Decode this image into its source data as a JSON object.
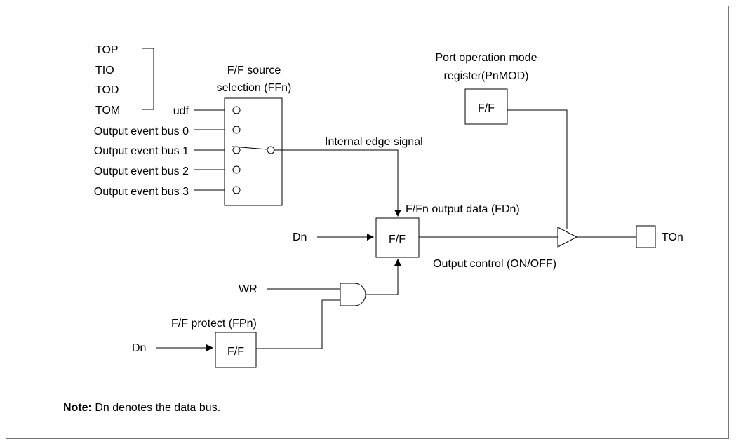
{
  "source_labels": {
    "top": "TOP",
    "tio": "TIO",
    "tod": "TOD",
    "tom": "TOM"
  },
  "selector": {
    "title_line1": "F/F source",
    "title_line2": "selection (FFn)",
    "inputs": [
      "udf",
      "Output event bus 0",
      "Output event bus 1",
      "Output event bus 2",
      "Output event bus 3"
    ]
  },
  "internal_edge_signal": "Internal edge signal",
  "port_mode": {
    "title_line1": "Port operation mode",
    "title_line2": "register(PnMOD)",
    "ff_label": "F/F"
  },
  "output_ff": {
    "title": "F/Fn output data (FDn)",
    "ff_label": "F/F",
    "input_label": "Dn"
  },
  "output_control": "Output control (ON/OFF)",
  "output_pin": "TOn",
  "wr_label": "WR",
  "protect": {
    "title": "F/F protect (FPn)",
    "ff_label": "F/F",
    "input_label": "Dn"
  },
  "note": {
    "prefix": "Note:",
    "text": " Dn denotes the data bus."
  }
}
